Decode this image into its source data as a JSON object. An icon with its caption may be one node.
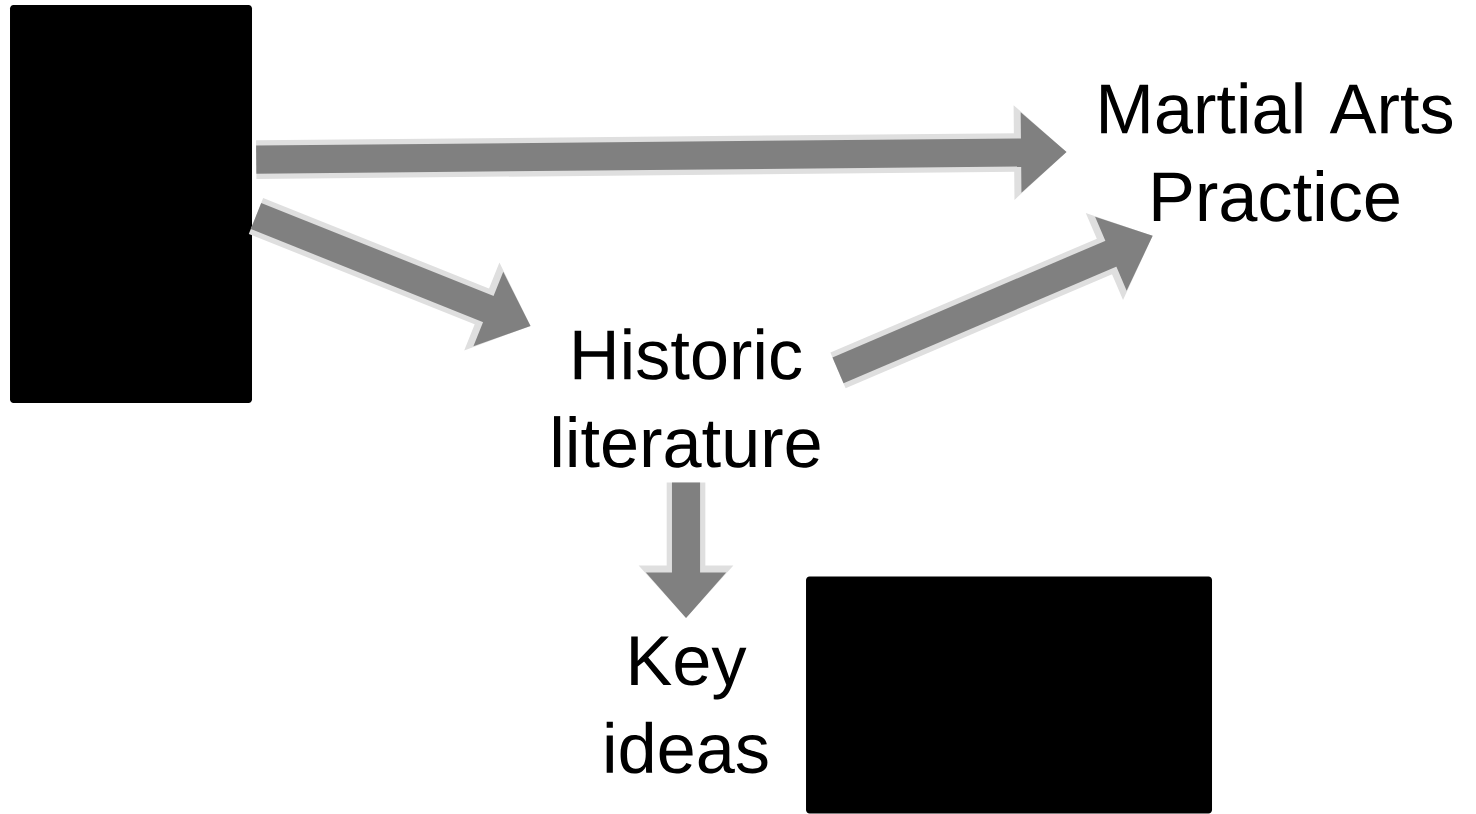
{
  "diagram": {
    "nodes": [
      {
        "text": [],
        "shape": "box"
      },
      {
        "text": [
          "Martial Arts Practice"
        ]
      },
      {
        "text": [
          "Historic literature"
        ]
      },
      {
        "text": [
          "Key ideas"
        ]
      },
      {
        "text": [],
        "shape": "box"
      }
    ],
    "edges": [
      {
        "from": 0,
        "to": 1,
        "arrow": "to"
      },
      {
        "from": 0,
        "to": 2,
        "arrow": "to"
      },
      {
        "from": 2,
        "to": 1,
        "arrow": "to"
      },
      {
        "from": 2,
        "to": 3,
        "arrow": "to"
      }
    ]
  }
}
